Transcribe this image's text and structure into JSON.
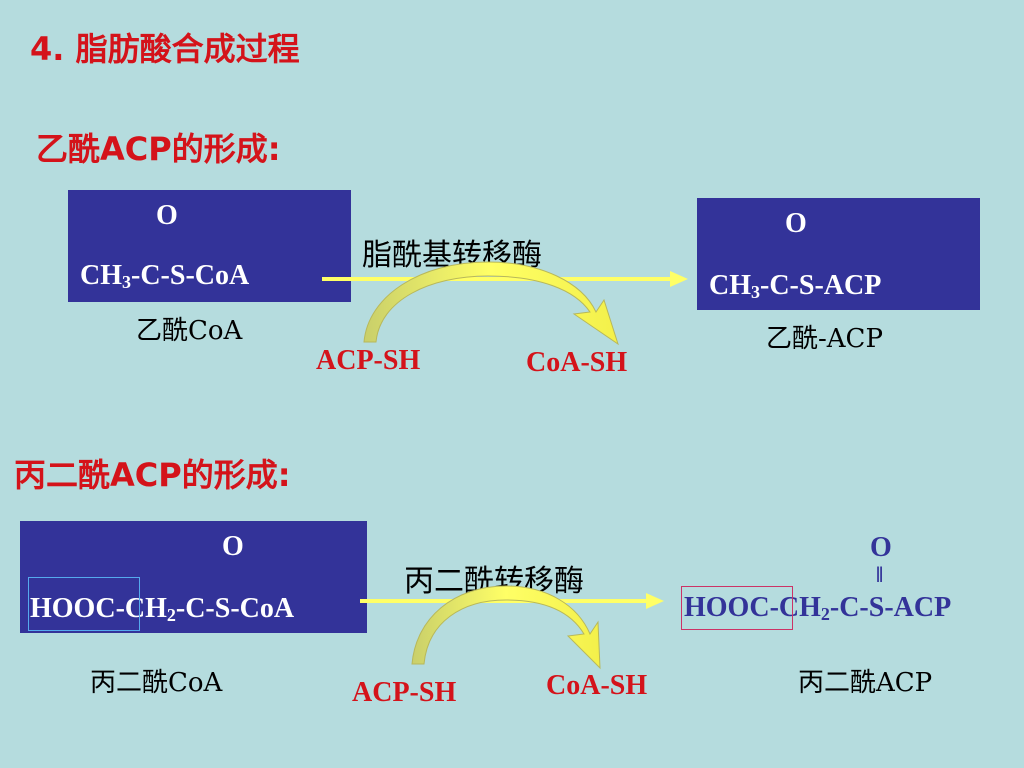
{
  "title": "4. 脂肪酸合成过程",
  "section1": {
    "heading": "乙酰ACP的形成:",
    "substrate": {
      "o": "O",
      "formula_pre": "CH",
      "sub": "3",
      "formula_post": "-C-S-CoA",
      "name": "乙酰CoA"
    },
    "enzyme": "脂酰基转移酶",
    "product": {
      "o": "O",
      "formula_pre": "CH",
      "sub": "3",
      "formula_post": "-C-S-ACP",
      "name": "乙酰-ACP"
    },
    "reactant_in": "ACP-SH",
    "byproduct_out": "CoA-SH"
  },
  "section2": {
    "heading": "丙二酰ACP的形成:",
    "substrate": {
      "o": "O",
      "hooc": "HOOC",
      "mid": "-CH",
      "sub": "2",
      "formula_post": "-C-S-CoA",
      "name": "丙二酰CoA"
    },
    "enzyme": "丙二酰转移酶",
    "product": {
      "o": "O",
      "dbl": "‖",
      "hooc": "HOOC",
      "mid": "-CH",
      "sub": "2",
      "formula_post": "-C-S-ACP",
      "name": "丙二酰ACP"
    },
    "reactant_in": "ACP-SH",
    "byproduct_out": "CoA-SH"
  },
  "colors": {
    "background": "#b5dcde",
    "box": "#333399",
    "red": "#d4131a",
    "arrow": "#ffff66"
  }
}
